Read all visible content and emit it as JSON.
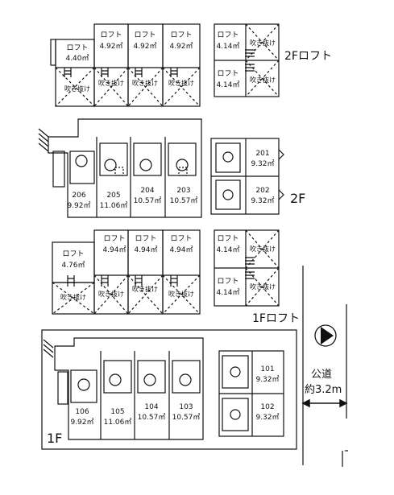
{
  "floors": {
    "loft2": {
      "label": "2Fロフト"
    },
    "floor2": {
      "label": "2F"
    },
    "loft1": {
      "label": "1Fロフト"
    },
    "floor1": {
      "label": "1F"
    }
  },
  "common": {
    "loft": "ロフト",
    "void": "吹き抜け"
  },
  "lofts": {
    "loft2_a": "4.40㎡",
    "loft2_b": "4.92㎡",
    "loft2_c": "4.92㎡",
    "loft2_d": "4.92㎡",
    "loft2_e": "4.14㎡",
    "loft2_f": "4.14㎡",
    "loft1_a": "4.76㎡",
    "loft1_b": "4.94㎡",
    "loft1_c": "4.94㎡",
    "loft1_d": "4.94㎡",
    "loft1_e": "4.14㎡",
    "loft1_f": "4.14㎡"
  },
  "units": {
    "u206": {
      "no": "206",
      "area": "9.92㎡"
    },
    "u205": {
      "no": "205",
      "area": "11.06㎡"
    },
    "u204": {
      "no": "204",
      "area": "10.57㎡"
    },
    "u203": {
      "no": "203",
      "area": "10.57㎡"
    },
    "u201": {
      "no": "201",
      "area": "9.32㎡"
    },
    "u202": {
      "no": "202",
      "area": "9.32㎡"
    },
    "u106": {
      "no": "106",
      "area": "9.92㎡"
    },
    "u105": {
      "no": "105",
      "area": "11.06㎡"
    },
    "u104": {
      "no": "104",
      "area": "10.57㎡"
    },
    "u103": {
      "no": "103",
      "area": "10.57㎡"
    },
    "u101": {
      "no": "101",
      "area": "9.32㎡"
    },
    "u102": {
      "no": "102",
      "area": "9.32㎡"
    }
  },
  "road": {
    "label": "公道",
    "width": "約3.2m"
  },
  "icons": {
    "north": "north-arrow-icon"
  }
}
